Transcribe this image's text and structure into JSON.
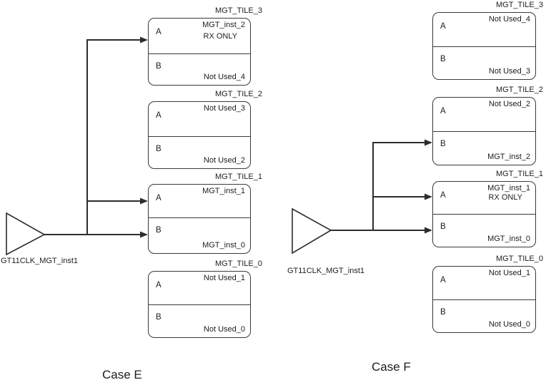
{
  "cases": [
    {
      "caption": "Case E",
      "buffer_label": "GT11CLK_MGT_inst1",
      "tiles": [
        {
          "title": "MGT_TILE_3",
          "port_a": "A",
          "port_b": "B",
          "upper_label": "MGT_inst_2",
          "upper_sublabel": "RX ONLY",
          "lower_label": "Not Used_4"
        },
        {
          "title": "MGT_TILE_2",
          "port_a": "A",
          "port_b": "B",
          "upper_label": "Not Used_3",
          "lower_label": "Not Used_2"
        },
        {
          "title": "MGT_TILE_1",
          "port_a": "A",
          "port_b": "B",
          "upper_label": "MGT_inst_1",
          "lower_label": "MGT_inst_0"
        },
        {
          "title": "MGT_TILE_0",
          "port_a": "A",
          "port_b": "B",
          "upper_label": "Not Used_1",
          "lower_label": "Not Used_0"
        }
      ]
    },
    {
      "caption": "Case F",
      "buffer_label": "GT11CLK_MGT_inst1",
      "tiles": [
        {
          "title": "MGT_TILE_3",
          "port_a": "A",
          "port_b": "B",
          "upper_label": "Not Used_4",
          "lower_label": "Not Used_3"
        },
        {
          "title": "MGT_TILE_2",
          "port_a": "A",
          "port_b": "B",
          "upper_label": "Not Used_2",
          "lower_label": "MGT_inst_2"
        },
        {
          "title": "MGT_TILE_1",
          "port_a": "A",
          "port_b": "B",
          "upper_label": "MGT_inst_1",
          "upper_sublabel": "RX ONLY",
          "lower_label": "MGT_inst_0"
        },
        {
          "title": "MGT_TILE_0",
          "port_a": "A",
          "port_b": "B",
          "upper_label": "Not Used_1",
          "lower_label": "Not Used_0"
        }
      ]
    }
  ],
  "colors": {
    "line": "#2d2d2d",
    "text": "#1c1c1c",
    "background": "#ffffff"
  }
}
